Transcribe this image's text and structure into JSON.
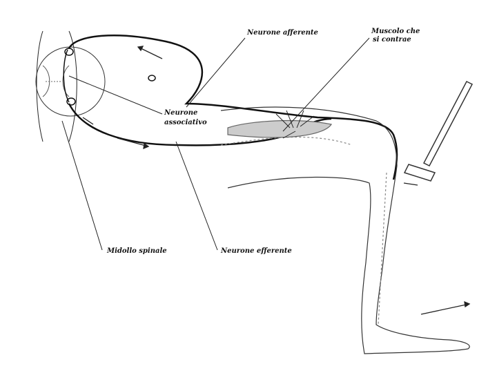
{
  "labels": {
    "afferent": "Neurone afferente",
    "muscle_line1": "Muscolo che",
    "muscle_line2": "si contrae",
    "associative_line1": "Neurone",
    "associative_line2": "associativo",
    "spinal_cord": "Midollo spinale",
    "efferent": "Neurone efferente"
  }
}
